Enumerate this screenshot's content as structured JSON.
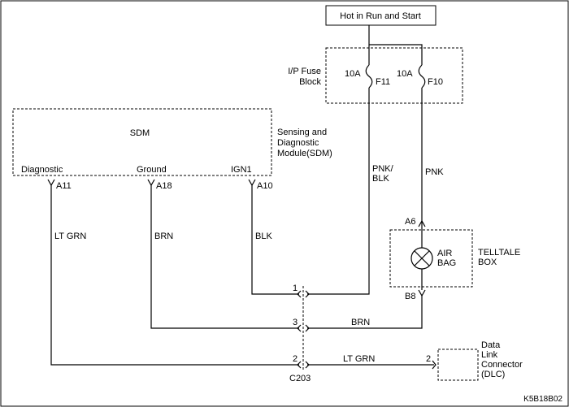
{
  "power": {
    "label": "Hot in Run and Start"
  },
  "fuse_block": {
    "label_line1": "I/P Fuse",
    "label_line2": "Block",
    "fuses": [
      {
        "rating": "10A",
        "id": "F11"
      },
      {
        "rating": "10A",
        "id": "F10"
      }
    ]
  },
  "sdm": {
    "title": "SDM",
    "desc_line1": "Sensing and",
    "desc_line2": "Diagnostic",
    "desc_line3": "Module(SDM)",
    "pins": [
      {
        "name": "Diagnostic",
        "terminal": "A11"
      },
      {
        "name": "Ground",
        "terminal": "A18"
      },
      {
        "name": "IGN1",
        "terminal": "A10"
      }
    ]
  },
  "wires": {
    "pnk_blk_line1": "PNK/",
    "pnk_blk_line2": "BLK",
    "pnk": "PNK",
    "lt_grn_left": "LT GRN",
    "brn_left": "BRN",
    "blk": "BLK",
    "brn_bottom": "BRN",
    "lt_grn_bottom": "LT GRN"
  },
  "telltale": {
    "lamp_line1": "AIR",
    "lamp_line2": "BAG",
    "box_line1": "TELLTALE",
    "box_line2": "BOX",
    "terminal_top": "A6",
    "terminal_bottom": "B8"
  },
  "connector": {
    "id": "C203",
    "pins": [
      "1",
      "3",
      "2"
    ]
  },
  "dlc": {
    "pin": "2",
    "line1": "Data",
    "line2": "Link",
    "line3": "Connector",
    "line4": "(DLC)"
  },
  "figure_code": "K5B18B02"
}
